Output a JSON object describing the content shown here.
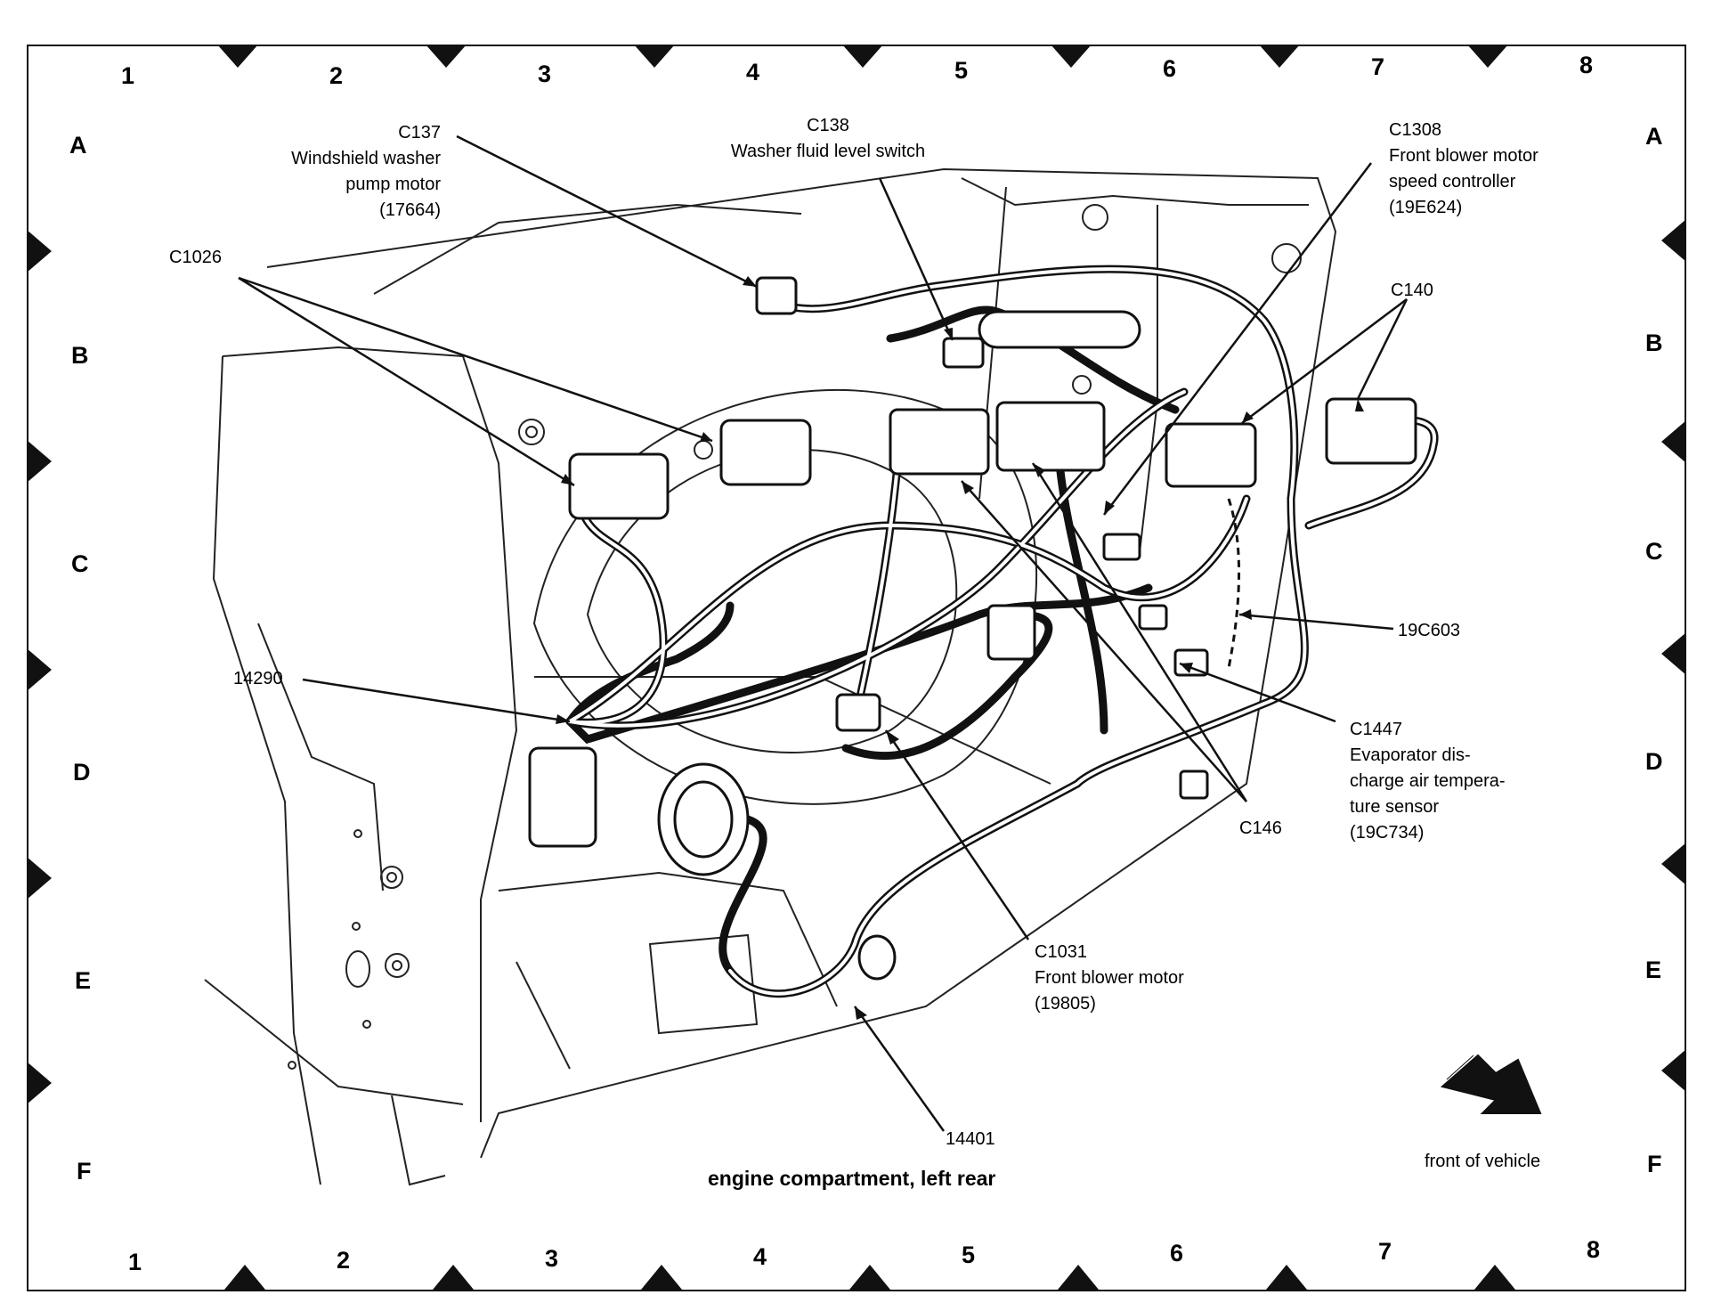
{
  "grid": {
    "columns": [
      "1",
      "2",
      "3",
      "4",
      "5",
      "6",
      "7",
      "8"
    ],
    "rows": [
      "A",
      "B",
      "C",
      "D",
      "E",
      "F"
    ]
  },
  "labels": {
    "c137": [
      "C137",
      "Windshield washer",
      "pump motor",
      "(17664)"
    ],
    "c138": [
      "C138",
      "Washer fluid level switch"
    ],
    "c1308": [
      "C1308",
      "Front blower motor",
      "speed controller",
      "(19E624)"
    ],
    "c1026": "C1026",
    "c140": "C140",
    "c19c603": "19C603",
    "c14290": "14290",
    "c1447": [
      "C1447",
      "Evaporator dis-",
      "charge air tempera-",
      "ture sensor",
      "(19C734)"
    ],
    "c146": "C146",
    "c1031": [
      "C1031",
      "Front blower motor",
      "(19805)"
    ],
    "c14401": "14401"
  },
  "caption": "engine compartment, left rear",
  "front_of_vehicle": "front of vehicle"
}
